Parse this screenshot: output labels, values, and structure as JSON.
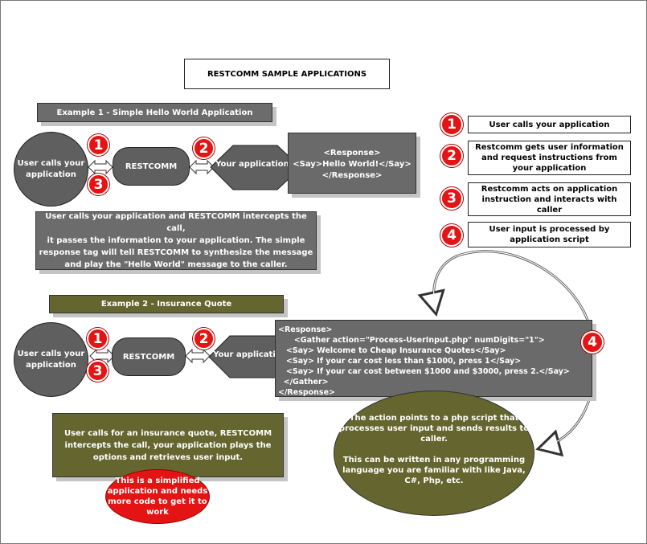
{
  "title": "RESTCOMM SAMPLE APPLICATIONS",
  "example1": {
    "header": "Example 1 - Simple Hello World Application",
    "user_node": "User calls your\napplication",
    "restcomm_node": "RESTCOMM",
    "app_node": "Your application",
    "code": "<Response>\n<Say>Hello World!</Say>\n</Response>",
    "description": "User calls your application and RESTCOMM intercepts the call,\nit passes the information to  your application. The simple\nresponse tag will tell RESTCOMM to synthesize the message\nand play the \"Hello World\" message to the caller."
  },
  "example2": {
    "header": "Example 2 -  Insurance Quote",
    "user_node": "User calls your\napplication",
    "restcomm_node": "RESTCOMM",
    "app_node": "Your application",
    "code": "<Response>\n      <Gather action=\"Process-UserInput.php\" numDigits=\"1\">\n   <Say> Welcome to Cheap Insurance Quotes</Say>\n   <Say> If your car cost less than $1000, press 1</Say>\n   <Say> If your car cost between $1000 and $3000, press 2.</Say>\n  </Gather>\n</Response>",
    "description": "User calls for an insurance quote, RESTCOMM\nintercepts the call, your application plays the\noptions and retrieves user input.",
    "warning": "This is a simplified\napplication and needs\nmore code to get it to\nwork",
    "action_note": "The action points  to a php script that\nprocesses user input and sends results to\ncaller.\n\nThis can be written in any programming\nlanguage you are familiar with like Java,\nC#, Php, etc."
  },
  "legend": [
    {
      "number": "1",
      "text": "User calls your application"
    },
    {
      "number": "2",
      "text": "Restcomm gets user information\nand request  instructions from\nyour application"
    },
    {
      "number": "3",
      "text": "Restcomm acts on application\ninstruction and interacts with\ncaller"
    },
    {
      "number": "4",
      "text": "User input is processed by\napplication script"
    }
  ],
  "markers": {
    "one": "1",
    "two": "2",
    "three": "3",
    "four": "4"
  },
  "colors": {
    "red": "#e41414",
    "grey": "#5f5f5f",
    "olive": "#65652f"
  }
}
